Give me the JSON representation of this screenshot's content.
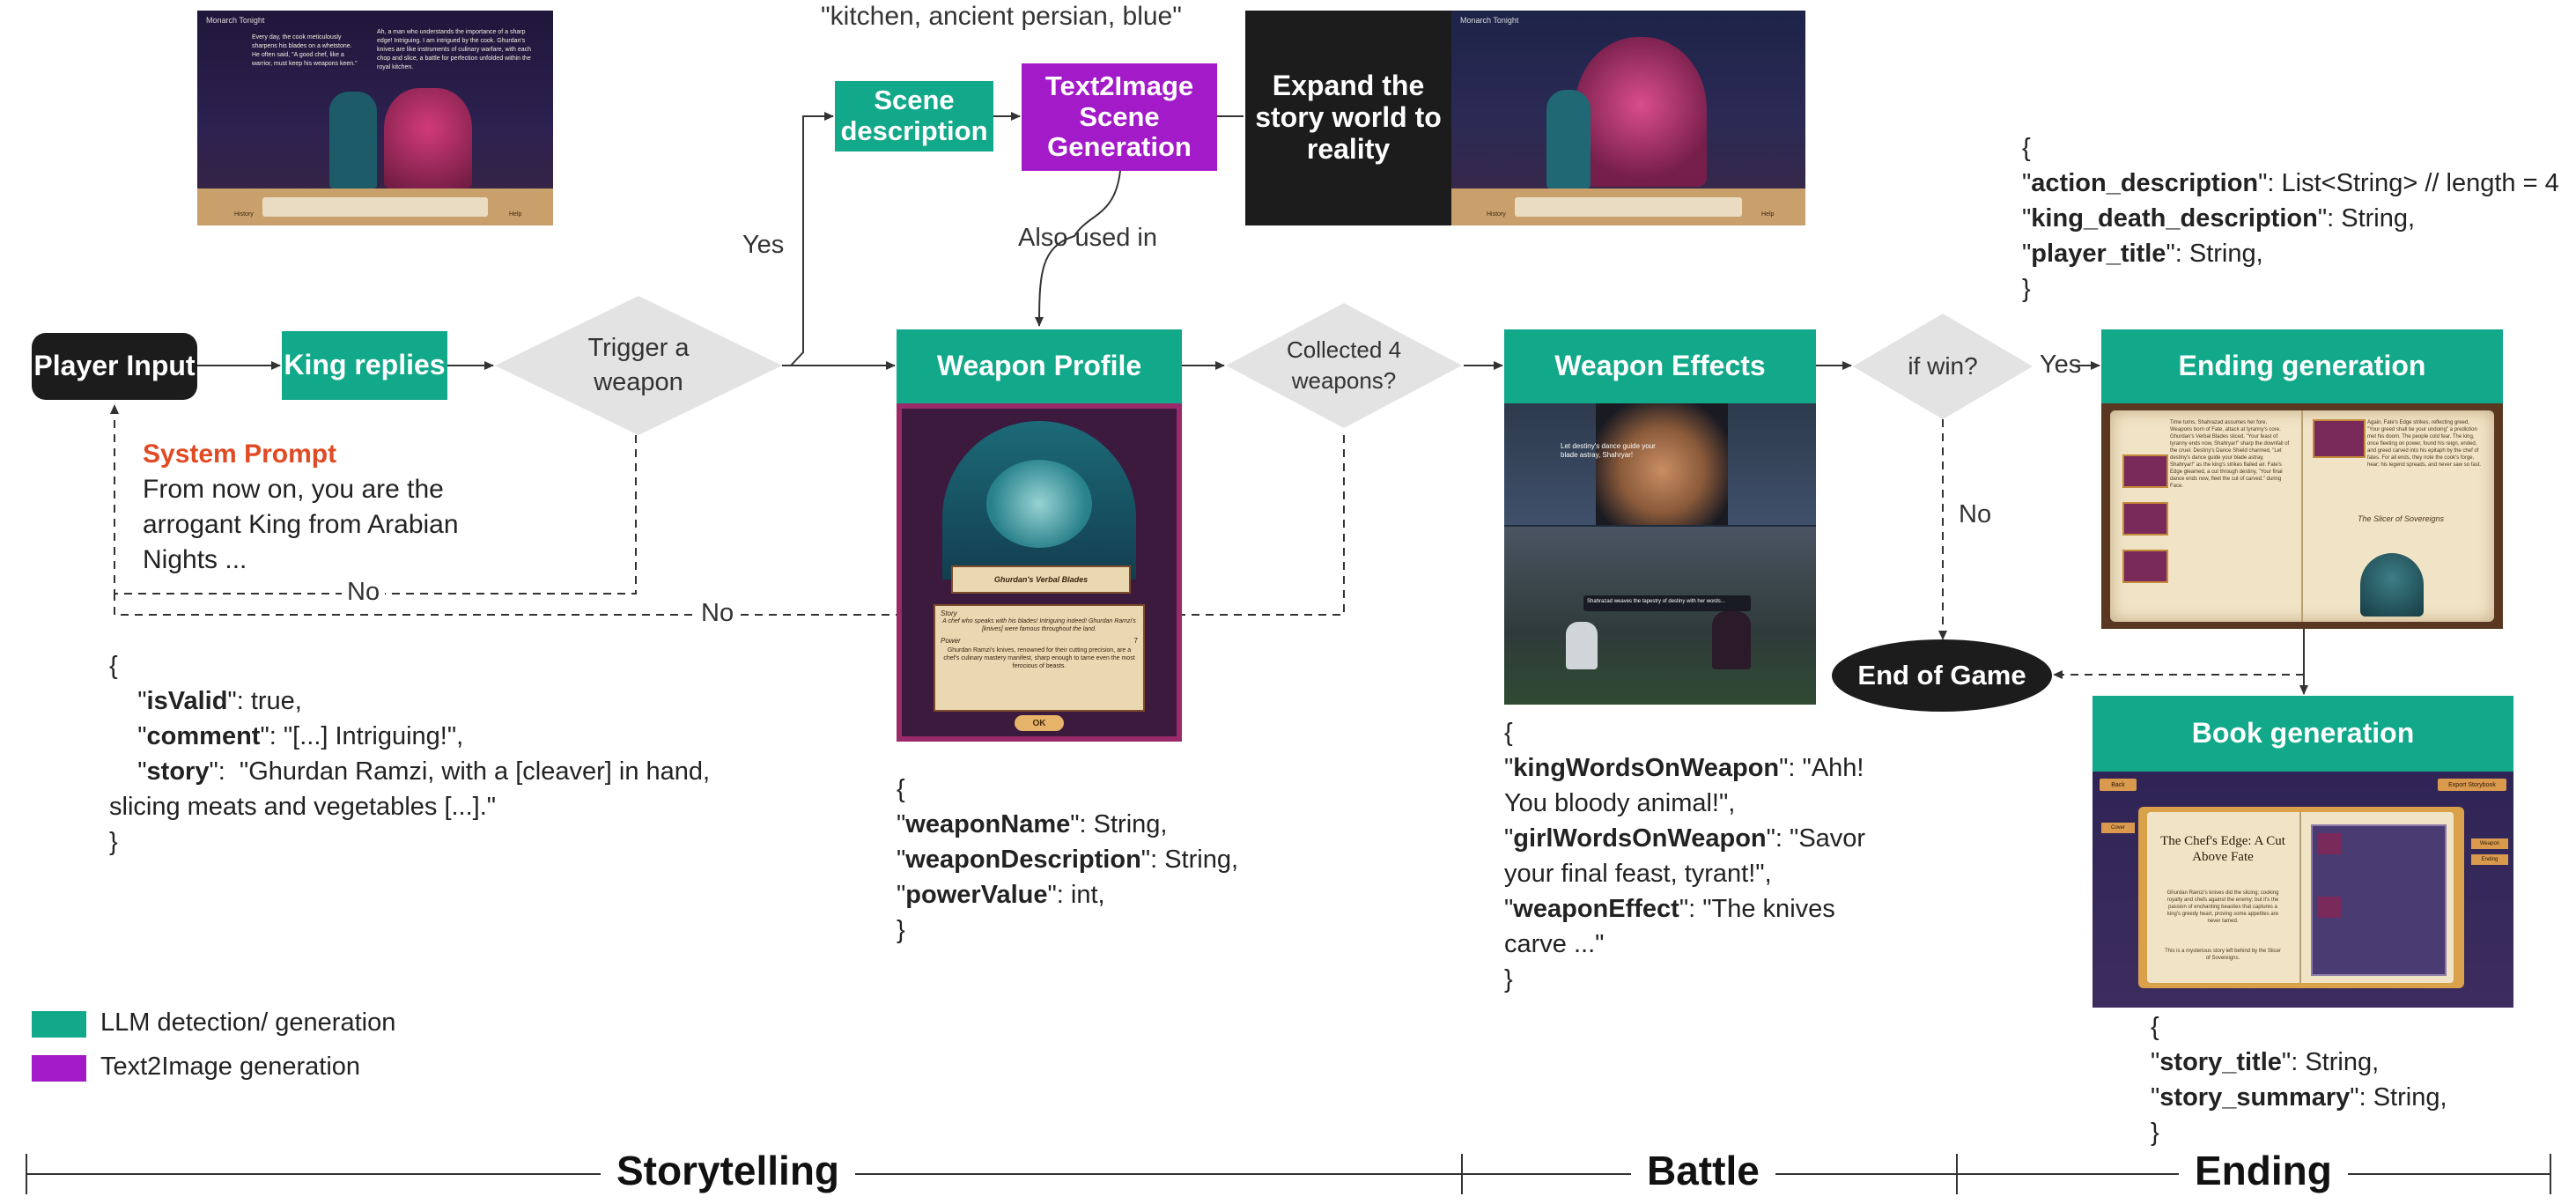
{
  "nodes": {
    "player_input": "Player Input",
    "king_replies": "King replies",
    "trigger_weapon": "Trigger a weapon",
    "scene_description": "Scene description",
    "text2image": "Text2Image Scene Generation",
    "expand_world": "Expand the story world to reality",
    "weapon_profile": "Weapon Profile",
    "collected_weapons": "Collected 4 weapons?",
    "weapon_effects": "Weapon Effects",
    "if_win": "if win?",
    "ending_generation": "Ending generation",
    "book_generation": "Book generation",
    "end_of_game": "End of Game"
  },
  "edge_labels": {
    "yes_trigger": "Yes",
    "also_used_in": "Also used in",
    "no_trigger": "No",
    "no_collected": "No",
    "yes_win": "Yes",
    "no_win": "No"
  },
  "scene_prompt": "\"kitchen, ancient persian, blue\"",
  "system_prompt": {
    "title": "System Prompt",
    "text": "From now on, you are the arrogant King from Arabian Nights ..."
  },
  "json_king": [
    {
      "indent": "",
      "key": "",
      "text": "{"
    },
    {
      "indent": "    ",
      "key": "isValid",
      "text": ": true,"
    },
    {
      "indent": "    ",
      "key": "comment",
      "text": ": \"[...] Intriguing!\","
    },
    {
      "indent": "    ",
      "key": "story",
      "text": ":  \"Ghurdan Ramzi, with a [cleaver] in hand,"
    },
    {
      "indent": "",
      "key": "",
      "text": "slicing meats and vegetables [...].\""
    },
    {
      "indent": "",
      "key": "",
      "text": "}"
    }
  ],
  "json_weapon_profile": [
    {
      "key": "",
      "text": "{"
    },
    {
      "key": "weaponName",
      "text": ": String,"
    },
    {
      "key": "weaponDescription",
      "text": ": String,"
    },
    {
      "key": "powerValue",
      "text": ": int,"
    },
    {
      "key": "",
      "text": "}"
    }
  ],
  "json_weapon_effects": [
    {
      "key": "",
      "text": "{"
    },
    {
      "key": "kingWordsOnWeapon",
      "text": ": \"Ahh!"
    },
    {
      "key": "",
      "text": "You bloody animal!\","
    },
    {
      "key": "girlWordsOnWeapon",
      "text": ": \"Savor"
    },
    {
      "key": "",
      "text": "your final feast, tyrant!\","
    },
    {
      "key": "weaponEffect",
      "text": ": \"The knives"
    },
    {
      "key": "",
      "text": "carve ...\""
    },
    {
      "key": "",
      "text": "}"
    }
  ],
  "json_ending": [
    {
      "key": "",
      "text": "{"
    },
    {
      "key": "action_description",
      "text": ": List<String> // length = 4"
    },
    {
      "key": "king_death_description",
      "text": ": String,"
    },
    {
      "key": "player_title",
      "text": ": String,"
    },
    {
      "key": "",
      "text": "}"
    }
  ],
  "json_book": [
    {
      "key": "",
      "text": "{"
    },
    {
      "key": "story_title",
      "text": ": String,"
    },
    {
      "key": "story_summary",
      "text": ": String,"
    },
    {
      "key": "",
      "text": "}"
    }
  ],
  "screenshots": {
    "king_chat": {
      "title": "Monarch Tonight",
      "left_text": "Every day, the cook meticulously sharpens his blades on a whetstone. He often said, \"A good chef, like a warrior, must keep his weapons keen.\"",
      "right_text": "Ah, a man who understands the importance of a sharp edge! Intriguing. I am intrigued by the cook. Ghurdan's knives are like instruments of culinary warfare, with each chop and slice, a battle for perfection unfolded within the royal kitchen.",
      "history": "History",
      "help": "Help"
    },
    "expanded_world": {
      "title": "Monarch Tonight",
      "history": "History",
      "help": "Help"
    },
    "weapon_card": {
      "name": "Ghurdan's Verbal Blades",
      "story_label": "Story",
      "story": "A chef who speaks with his blades! Intriguing indeed! Ghurdan Ramzi's [knives] were famous throughout the land.",
      "power_label": "Power",
      "power": "7",
      "description": "Ghurdan Ramzi's knives, renowned for their cutting precision, are a chef's culinary mastery manifest, sharp enough to tame even the most ferocious of beasts.",
      "ok": "OK"
    },
    "battle": {
      "girl_line": "Let destiny's dance guide your blade astray, Shahryar!",
      "king_line": "Shahrazad weaves the tapestry of destiny with her words..."
    },
    "ending_book": {
      "left_text": "Time turns, Shahrazad assumes her fore, Weapons born of Fate, attack at tyranny's core. Ghurdan's Verbal Blades sliced, \"Your feast of tyranny ends now, Shahryar!\" sharp the downfall of the cruel. Destiny's Dance Shield charmed, \"Let destiny's dance guide your blade astray, Shahryar!\" as the king's strikes flailed air. Fate's Edge gleamed, a cut through destiny, \"Your final dance ends now, fleet the cut of carved.\" during Face.",
      "right_title": "The Slicer of Sovereigns",
      "right_text": "Again, Fate's Edge strikes, reflecting greed, \"Your greed shall be your undoing\" a prediction met his doom. The people cold fear. The king, once fleeting on power, found his reign, ended, and greed carved into his epitaph by the chef of fates. For all ends, they note the cook's forge, hear; his legend spreads, and never saw so fast."
    },
    "book": {
      "back": "Back",
      "export": "Export Storybook",
      "title": "The Chef's Edge: A Cut Above Fate",
      "summary": "Ghurdan Ramzi's knives did the slicing; cooking royalty and chefs against the enemy; but it's the passion of enchanting beasties that captures a king's greedy heart, proving some appetites are never tamed.",
      "footer": "This is a mysterious story left behind by the Slicer of Sovereigns.",
      "tab_weapon": "Weapon",
      "tab_ending": "Ending",
      "tab_cover": "Cover"
    }
  },
  "legend": [
    {
      "label": "LLM detection/ generation",
      "color": "#12a88a"
    },
    {
      "label": "Text2Image generation",
      "color": "#a31ac8"
    }
  ],
  "sections": [
    "Storytelling",
    "Battle",
    "Ending"
  ],
  "colors": {
    "teal": "#12a88a",
    "purple": "#a31ac8",
    "black": "#1c1c1c",
    "diamond": "#e3e3e3",
    "system_prompt": "#e04a24"
  }
}
